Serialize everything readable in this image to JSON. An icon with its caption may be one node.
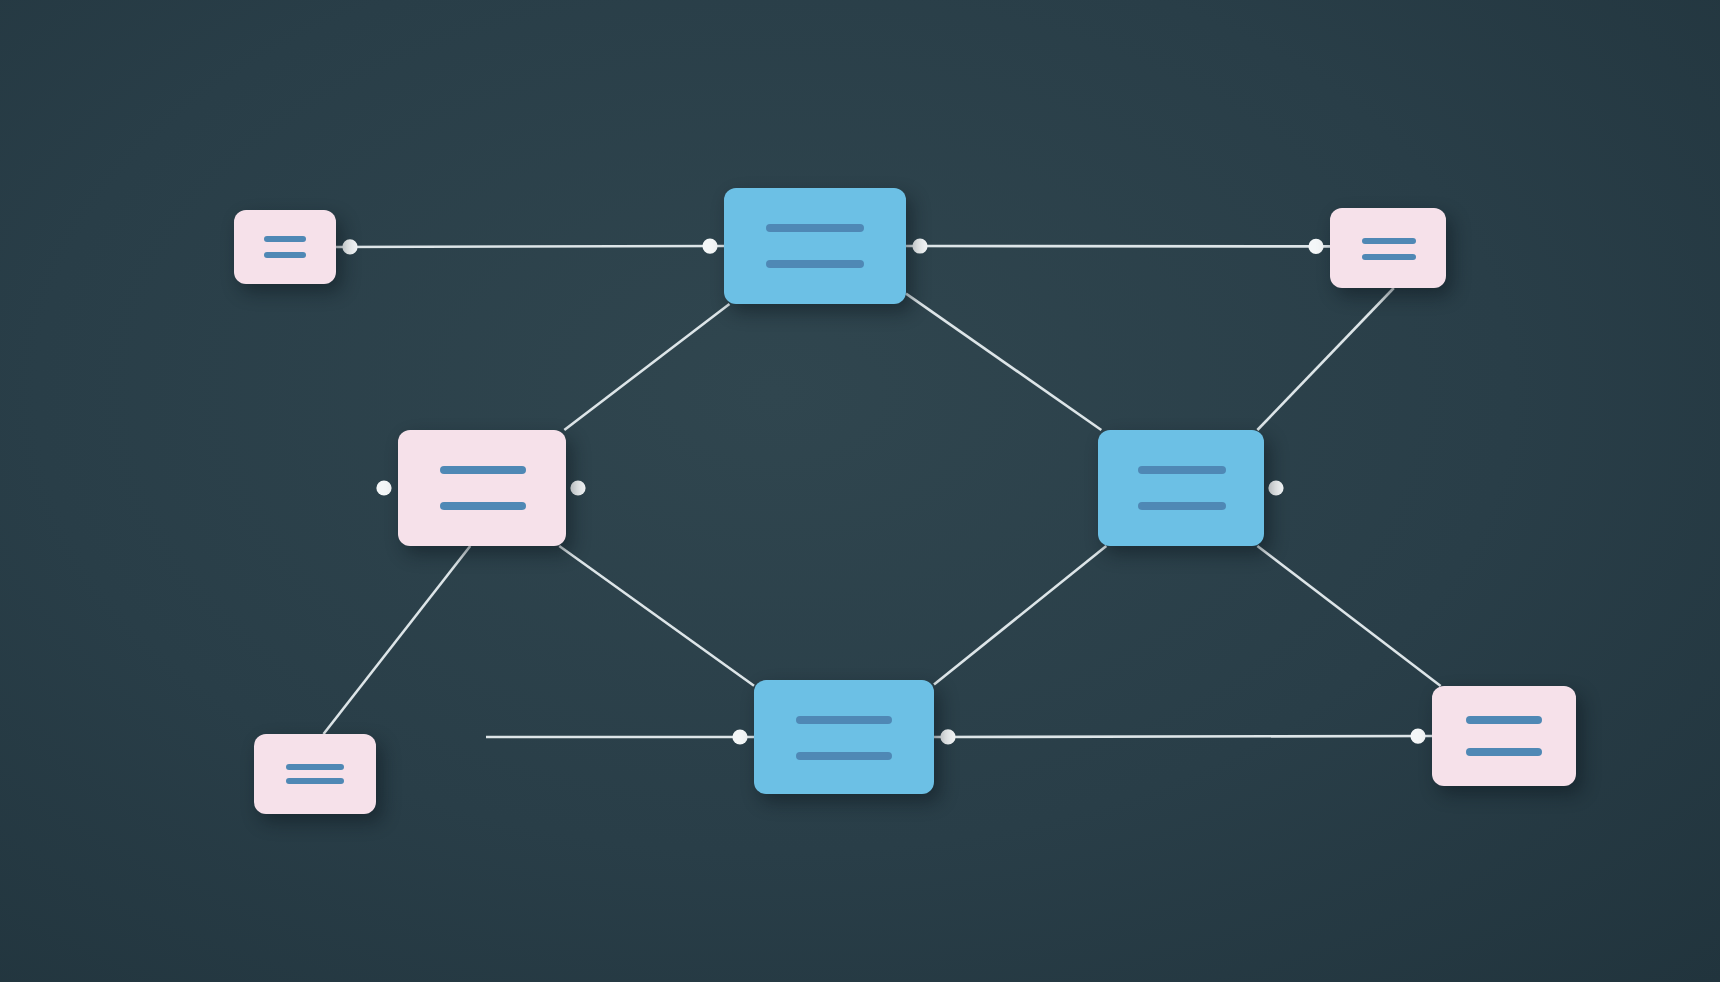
{
  "diagram": {
    "nodes": [
      {
        "text": [],
        "shape": "box"
      },
      {
        "text": [],
        "shape": "box"
      },
      {
        "text": [],
        "shape": "box"
      },
      {
        "text": [],
        "shape": "box"
      },
      {
        "text": [],
        "shape": "box"
      },
      {
        "text": [],
        "shape": "box"
      },
      {
        "text": [],
        "shape": "box"
      },
      {
        "text": [],
        "shape": "box"
      }
    ],
    "edges": [
      {
        "from": 0,
        "to": 1,
        "arrow": "other"
      },
      {
        "from": 1,
        "to": 2,
        "arrow": "other"
      },
      {
        "from": 1,
        "to": 3,
        "arrow": "none"
      },
      {
        "from": 1,
        "to": 4,
        "arrow": "none"
      },
      {
        "from": 2,
        "to": 4,
        "arrow": "none"
      },
      {
        "from": 3,
        "to": 5,
        "arrow": "none"
      },
      {
        "from": 3,
        "to": 6,
        "arrow": "none"
      },
      {
        "from": 4,
        "to": 6,
        "arrow": "none"
      },
      {
        "from": 4,
        "to": 7,
        "arrow": "none"
      },
      {
        "from": null,
        "to": 6,
        "arrow": "other"
      },
      {
        "from": 6,
        "to": 7,
        "arrow": "other"
      }
    ]
  }
}
